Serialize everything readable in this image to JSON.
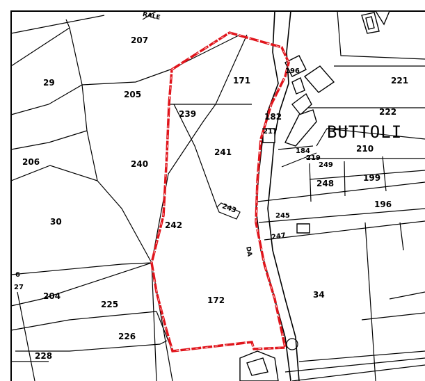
{
  "map": {
    "place_name": "BUTTOLI",
    "road_ref": "DA",
    "road_fragment": "RALE",
    "boundary_color": "#e0141b",
    "parcels": {
      "p207": "207",
      "p29": "29",
      "p205": "205",
      "p171": "171",
      "p196a": "196",
      "p221": "221",
      "p182": "182",
      "p222": "222",
      "p239": "239",
      "p217": "217",
      "p206": "206",
      "p240": "240",
      "p241": "241",
      "p184": "184",
      "p219": "219",
      "p210": "210",
      "p249": "249",
      "p248": "248",
      "p199": "199",
      "p196b": "196",
      "p30": "30",
      "p243": "243",
      "p245": "245",
      "p242": "242",
      "p247": "247",
      "p6": "6",
      "p27": "27",
      "p204": "204",
      "p225": "225",
      "p172": "172",
      "p34": "34",
      "p226": "226",
      "p228": "228"
    }
  }
}
